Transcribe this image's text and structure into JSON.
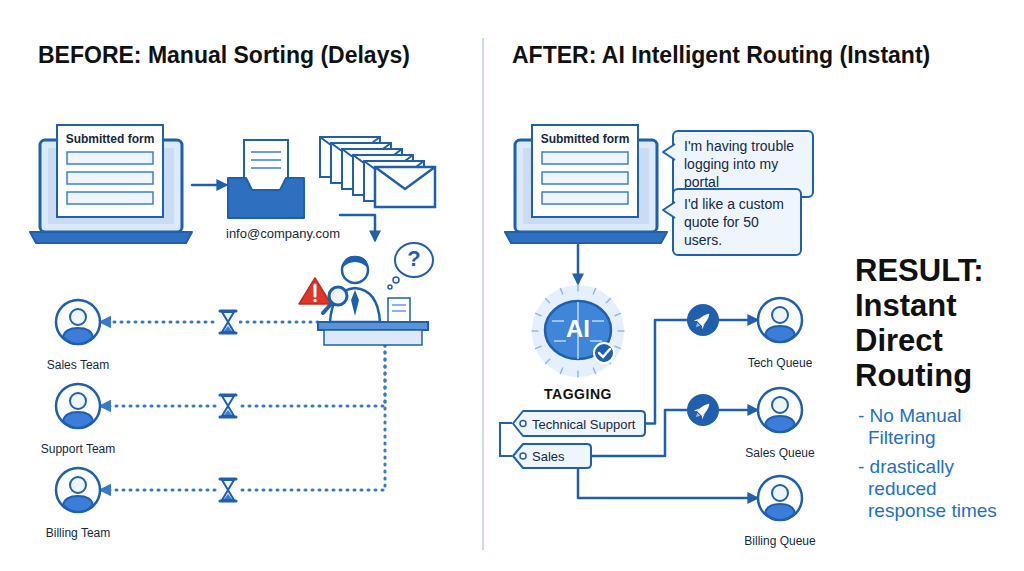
{
  "diagram": {
    "nodes": [
      {
        "text": [
          "Submitted form"
        ]
      },
      {
        "text": [
          "info@company.com"
        ]
      },
      {
        "text": [
          "?"
        ]
      },
      {
        "text": [
          "Sales Team"
        ]
      },
      {
        "text": [
          "Support Team"
        ]
      },
      {
        "text": [
          "Billing Team"
        ]
      },
      {
        "text": [
          "Submitted form"
        ]
      },
      {
        "text": [
          "I'm having trouble logging into my portal"
        ]
      },
      {
        "text": [
          "I'd like a custom quote for 50 users."
        ]
      },
      {
        "text": [
          "AI",
          "TAGGING"
        ]
      },
      {
        "text": [
          "Technical Support"
        ]
      },
      {
        "text": [
          "Sales"
        ]
      },
      {
        "text": [
          "Tech Queue"
        ]
      },
      {
        "text": [
          "Sales Queue"
        ]
      },
      {
        "text": [
          "Billing Queue"
        ]
      }
    ],
    "edges": [
      {
        "from": 0,
        "to": 1,
        "arrow": "to"
      },
      {
        "from": 1,
        "to": 2,
        "arrow": "to"
      },
      {
        "from": 2,
        "to": 3,
        "arrow": "to"
      },
      {
        "from": 2,
        "to": 4,
        "arrow": "to"
      },
      {
        "from": 2,
        "to": 5,
        "arrow": "to"
      },
      {
        "from": 6,
        "to": 9,
        "arrow": "to"
      },
      {
        "from": 10,
        "to": 12,
        "arrow": "to"
      },
      {
        "from": 11,
        "to": 13,
        "arrow": "to"
      },
      {
        "from": 11,
        "to": 14,
        "arrow": "to"
      }
    ],
    "labels": [
      "BEFORE: Manual Sorting (Delays)",
      "AFTER: AI Intelligent Routing (Instant)",
      "RESULT: Instant Direct Routing",
      "- No Manual Filtering",
      "- drastically reduced response times"
    ]
  }
}
